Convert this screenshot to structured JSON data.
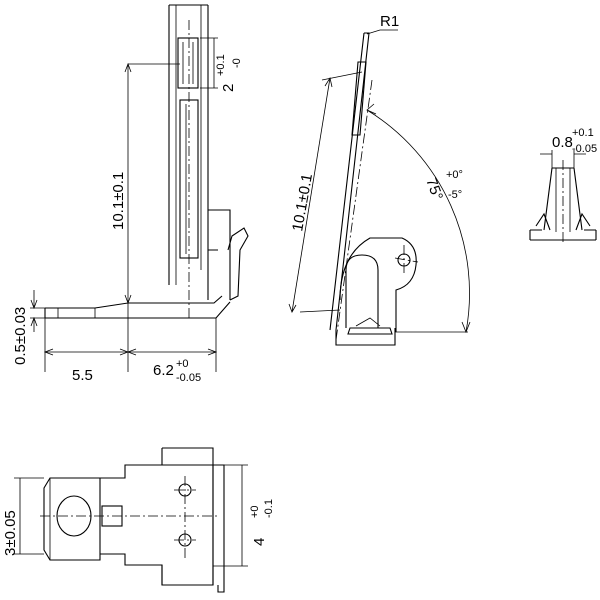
{
  "drawing": {
    "radius_label": "R1",
    "side_view": {
      "height_dim": "10.1±0.1",
      "slot_dim_main": "2",
      "slot_dim_upper": "+0.1",
      "slot_dim_lower": "-0",
      "thickness_dim": "0.5±0.03",
      "left_len_dim": "5.5",
      "right_len_main": "6.2",
      "right_len_upper": "+0",
      "right_len_lower": "-0.05"
    },
    "angle_view": {
      "height_dim": "10.1±0.1",
      "angle_main": "75°",
      "angle_upper": "+0°",
      "angle_lower": "-5°"
    },
    "detail_view": {
      "width_main": "0.8",
      "width_upper": "+0.1",
      "width_lower": "-0.05"
    },
    "bottom_view": {
      "width_dim": "3±0.05",
      "height_main": "4",
      "height_upper": "+0",
      "height_lower": "-0.1"
    }
  }
}
